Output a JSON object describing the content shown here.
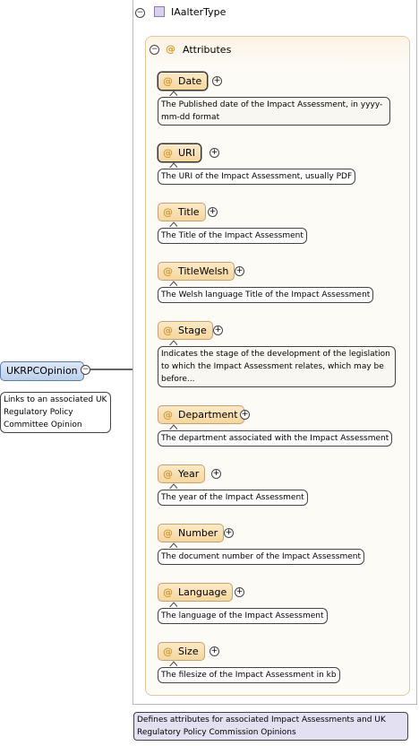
{
  "type_name": "IAalterType",
  "attributes_label": "Attributes",
  "element": {
    "name": "UKRPCOpinion",
    "note": "Links to an associated UK Regulatory Policy Committee Opinion"
  },
  "type_note": "Defines attributes for associated Impact Assessments and UK Regulatory Policy Commission Opinions",
  "attributes": [
    {
      "name": "Date",
      "doc": "The Published date of the Impact Assessment, in yyyy-mm-dd format",
      "required": true
    },
    {
      "name": "URI",
      "doc": "The URI of the Impact Assessment, usually PDF",
      "required": true
    },
    {
      "name": "Title",
      "doc": "The Title of the Impact Assessment",
      "required": false
    },
    {
      "name": "TitleWelsh",
      "doc": "The Welsh language Title of the Impact Assessment",
      "required": false
    },
    {
      "name": "Stage",
      "doc": "Indicates the stage of the development of the legislation to which the Impact Assessment relates, which may be before...",
      "required": false
    },
    {
      "name": "Department",
      "doc": "The department associated with the Impact Assessment",
      "required": false
    },
    {
      "name": "Year",
      "doc": "The year of the Impact Assessment",
      "required": false
    },
    {
      "name": "Number",
      "doc": "The document number of the Impact Assessment",
      "required": false
    },
    {
      "name": "Language",
      "doc": "The language of the Impact Assessment",
      "required": false
    },
    {
      "name": "Size",
      "doc": "The filesize of the Impact Assessment in kb",
      "required": false
    }
  ]
}
